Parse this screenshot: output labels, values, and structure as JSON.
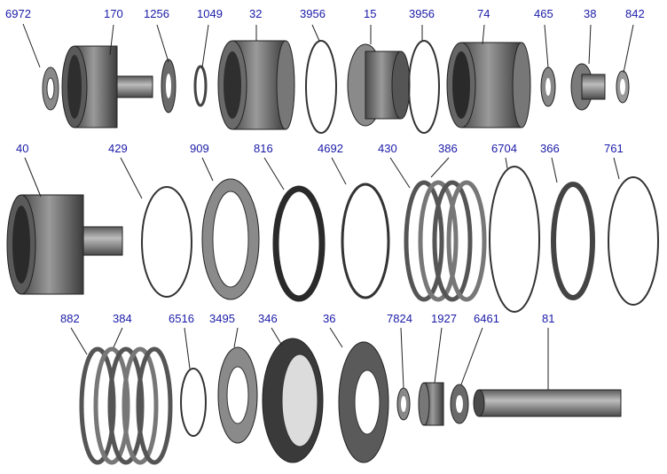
{
  "diagram": {
    "labels": [
      "6972",
      "170",
      "1256",
      "1049",
      "32",
      "3956",
      "15",
      "3956",
      "74",
      "465",
      "38",
      "842",
      "40",
      "429",
      "909",
      "816",
      "4692",
      "430",
      "386",
      "6704",
      "366",
      "761",
      "882",
      "384",
      "6516",
      "3495",
      "346",
      "36",
      "7824",
      "1927",
      "6461",
      "81"
    ],
    "colors": {
      "label": "#1a1aa8",
      "part_dark": "#3a3a3a",
      "part_mid": "#7a7a7a",
      "part_light": "#b5b5b5"
    }
  }
}
